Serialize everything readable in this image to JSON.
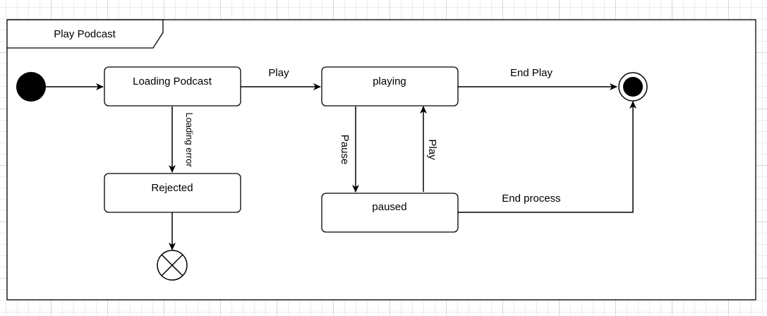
{
  "frame": {
    "title": "Play Podcast"
  },
  "states": {
    "loading": "Loading Podcast",
    "playing": "playing",
    "rejected": "Rejected",
    "paused": "paused"
  },
  "transitions": {
    "loading_to_playing": "Play",
    "playing_to_final": "End Play",
    "loading_to_rejected": "Loading error",
    "playing_to_paused": "Pause",
    "paused_to_playing": "Play",
    "paused_to_final": "End process"
  },
  "colors": {
    "line": "#000000",
    "box_fill": "#ffffff",
    "grid_major": "#d7d7d7",
    "grid_minor": "#ececec"
  }
}
